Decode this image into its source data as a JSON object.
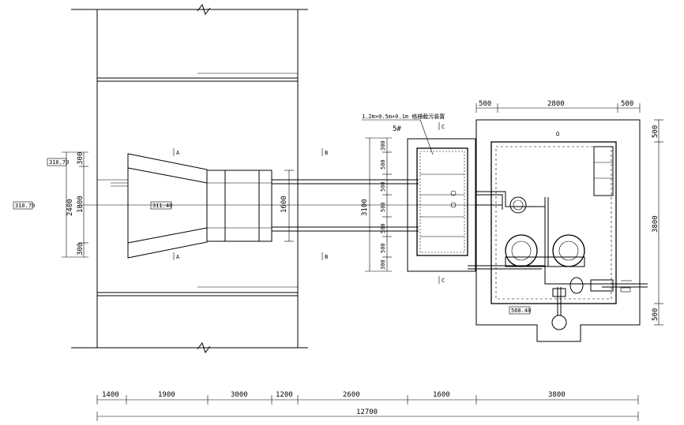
{
  "level_marks": {
    "left_outer": "310.70",
    "left_upper": "310.70",
    "inlet_center": "311.40",
    "pump_house_floor": "568.40"
  },
  "left_dims": {
    "total": "2400",
    "top": "300",
    "middle": "1800",
    "bottom": "300"
  },
  "outlet_dim": "1600",
  "channel_dims": {
    "total": "3100",
    "segments": [
      "300",
      "500",
      "500",
      "500",
      "500",
      "500",
      "300"
    ]
  },
  "top_dims": [
    "500",
    "2800",
    "500"
  ],
  "right_dims": [
    "500",
    "3800",
    "500"
  ],
  "section_marks": {
    "a_top": "A",
    "a_bottom": "A",
    "b_top": "B",
    "b_bottom": "B",
    "c_top": "C",
    "c_bottom": "C"
  },
  "tank_note": {
    "spec": "1.2m×0.5m×0.1m 格栅截污装置",
    "count": "5#"
  },
  "house_label": "Ω",
  "bottom_dims": [
    "1400",
    "1900",
    "3000",
    "1200",
    "2600",
    "1600",
    "3800"
  ],
  "bottom_total": "12700",
  "colors": {
    "line": "#000000",
    "background": "#ffffff"
  }
}
